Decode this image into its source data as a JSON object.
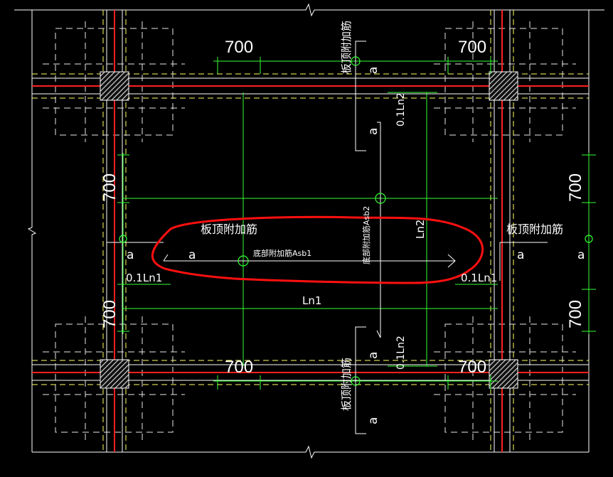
{
  "drawing": {
    "colors": {
      "background": "#000000",
      "frame": "#ffffff",
      "grid_axis": "#ff2020",
      "beam_edge": "#ffff66",
      "dash_outline": "#e8e8e8",
      "rebar": "#33ff33",
      "column_fill": "#e0e0e0",
      "highlight": "#ff1010"
    },
    "labels": {
      "dim_700_top_left": "700",
      "dim_700_top_right": "700",
      "dim_700_bottom_left": "700",
      "dim_700_bottom_right": "700",
      "dim_700_left_upper": "700",
      "dim_700_left_lower": "700",
      "dim_700_right_upper": "700",
      "dim_700_right_lower": "700",
      "top_rebar_top": "板顶附加筋",
      "top_rebar_bottom": "板顶附加筋",
      "top_rebar_left": "板顶附加筋",
      "top_rebar_right": "板顶附加筋",
      "bottom_rebar_1": "底部附加筋Asb1",
      "bottom_rebar_2": "底部附加筋Asb2",
      "ln1": "Ln1",
      "ln2": "Ln2",
      "ln1_left": "0.1Ln1",
      "ln1_right": "0.1Ln1",
      "ln2_top": "0.1Ln2",
      "ln2_bottom": "0.1Ln2",
      "a_top_1": "a",
      "a_top_2": "a",
      "a_bottom_1": "a",
      "a_bottom_2": "a",
      "a_left_1": "a",
      "a_left_2": "a",
      "a_right_1": "a",
      "a_right_2": "a"
    },
    "icons": {
      "column": "hatched-column-icon",
      "break": "break-line-icon",
      "node": "circle-node-icon"
    }
  }
}
